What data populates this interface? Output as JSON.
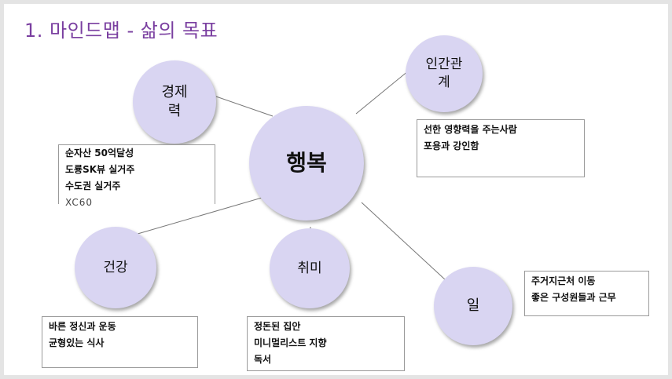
{
  "title": "1. 마인드맵 - 삶의 목표",
  "colors": {
    "title": "#7a3fa0",
    "node_fill": "#d9d5f2"
  },
  "center": "행복",
  "nodes": {
    "economy": "경제\n력",
    "relationships": "인간관\n계",
    "health": "건강",
    "hobby": "취미",
    "work": "일"
  },
  "notes": {
    "economy": [
      "순자산 50억달성",
      "도룡SK뷰 실거주",
      "수도권 실거주",
      "XC60"
    ],
    "relationships": [
      "선한 영향력을 주는사람",
      "포용과 강인함"
    ],
    "health": [
      "바른 정신과 운동",
      "균형있는 식사"
    ],
    "hobby": [
      "정돈된 집안",
      "미니멀리스트 지향",
      "독서"
    ],
    "work": [
      "주거지근처 이동",
      "좋은 구성원들과 근무"
    ]
  }
}
